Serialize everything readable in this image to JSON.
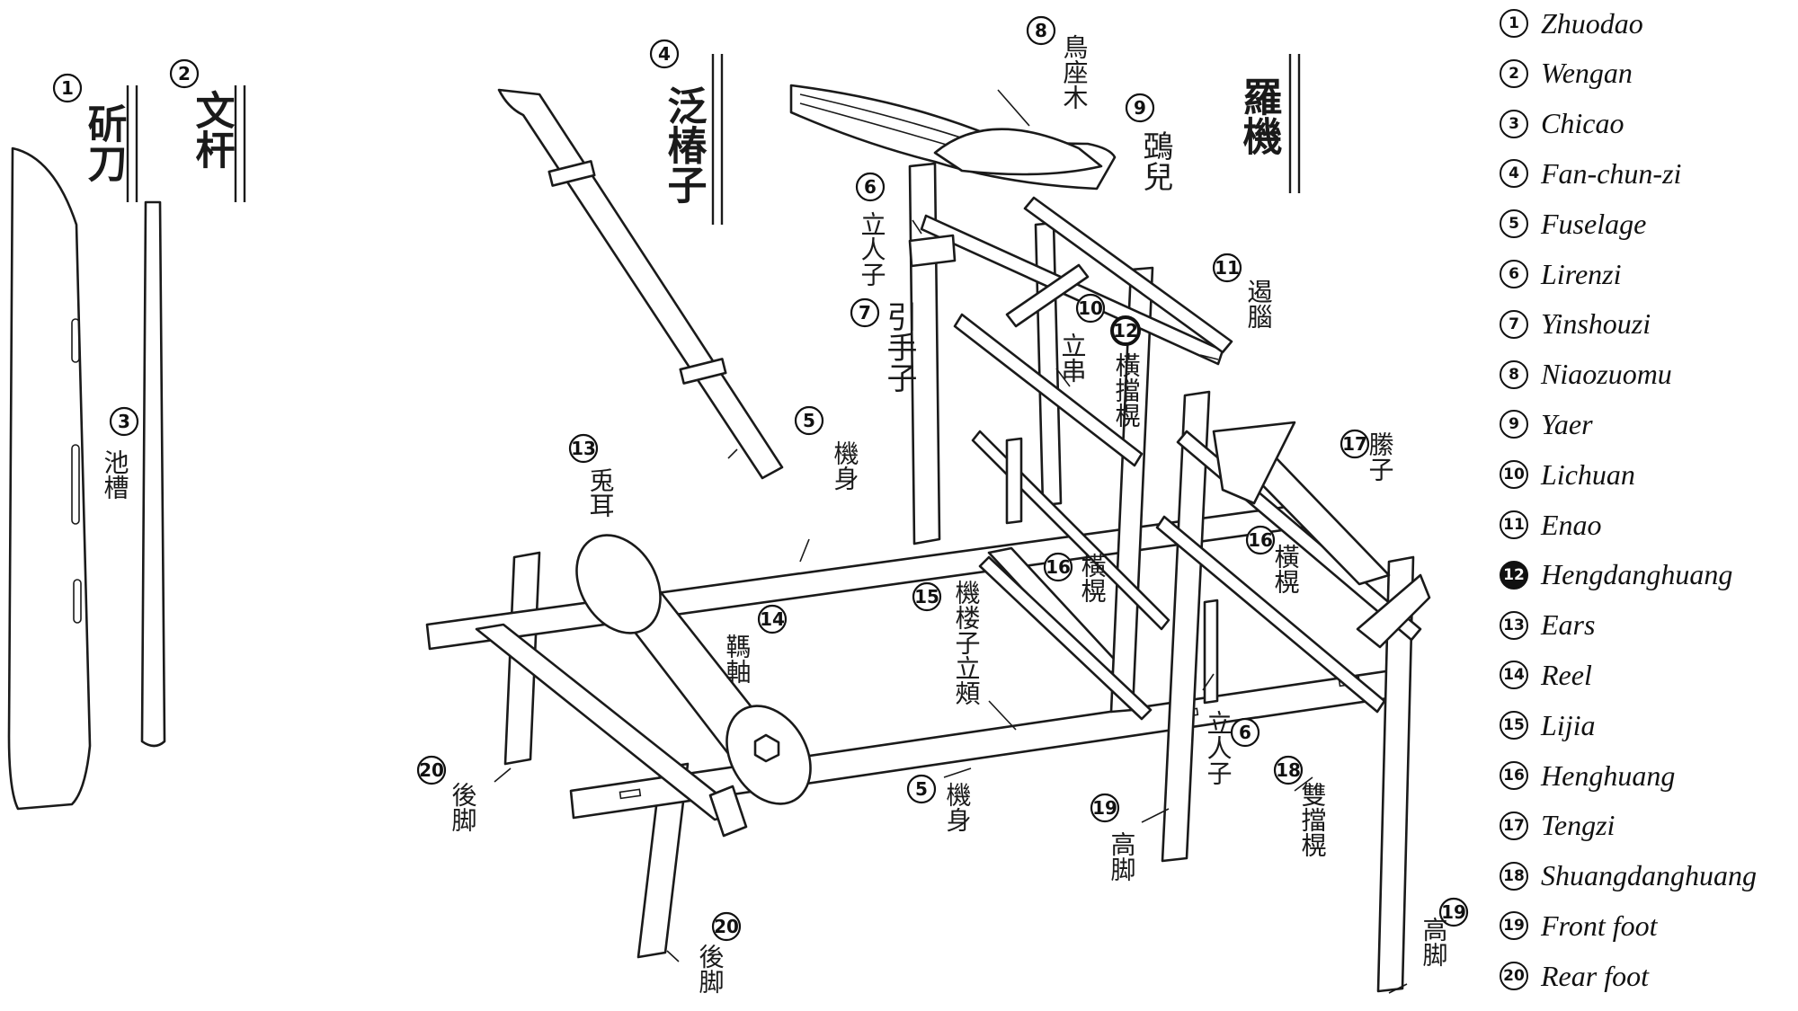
{
  "legend": [
    {
      "num": "1",
      "name": "Zhuodao"
    },
    {
      "num": "2",
      "name": "Wengan"
    },
    {
      "num": "3",
      "name": "Chicao"
    },
    {
      "num": "4",
      "name": "Fan-chun-zi"
    },
    {
      "num": "5",
      "name": "Fuselage"
    },
    {
      "num": "6",
      "name": "Lirenzi"
    },
    {
      "num": "7",
      "name": "Yinshouzi"
    },
    {
      "num": "8",
      "name": "Niaozuomu"
    },
    {
      "num": "9",
      "name": "Yaer"
    },
    {
      "num": "10",
      "name": "Lichuan"
    },
    {
      "num": "11",
      "name": "Enao"
    },
    {
      "num": "12",
      "name": "Hengdanghuang"
    },
    {
      "num": "13",
      "name": "Ears"
    },
    {
      "num": "14",
      "name": "Reel"
    },
    {
      "num": "15",
      "name": "Lijia"
    },
    {
      "num": "16",
      "name": "Henghuang"
    },
    {
      "num": "17",
      "name": "Tengzi"
    },
    {
      "num": "18",
      "name": "Shuangdanghuang"
    },
    {
      "num": "19",
      "name": "Front foot"
    },
    {
      "num": "20",
      "name": "Rear foot"
    }
  ],
  "drawing": {
    "title": "羅機",
    "zhuodao": "斫刀",
    "wengan": "文杆",
    "chicao": "池槽",
    "fanchunzi": "泛椿子",
    "niaozuomu": "鳥座木",
    "yaer": "鵶兒",
    "lirenzi": "立人子",
    "yinshouzi": "引手子",
    "lichuan": "立串",
    "enao": "遏腦",
    "hengdanghuang": "橫擋榥",
    "jishen": "機身",
    "tuer": "兎耳",
    "gunzhou": "䩻軸",
    "lijia": "機楼子立頰",
    "henghuang": "橫榥",
    "tengzi": "縢子",
    "shuangdanghuang": "雙擋榥",
    "gaojiao": "高脚",
    "houjiao": "後脚"
  }
}
